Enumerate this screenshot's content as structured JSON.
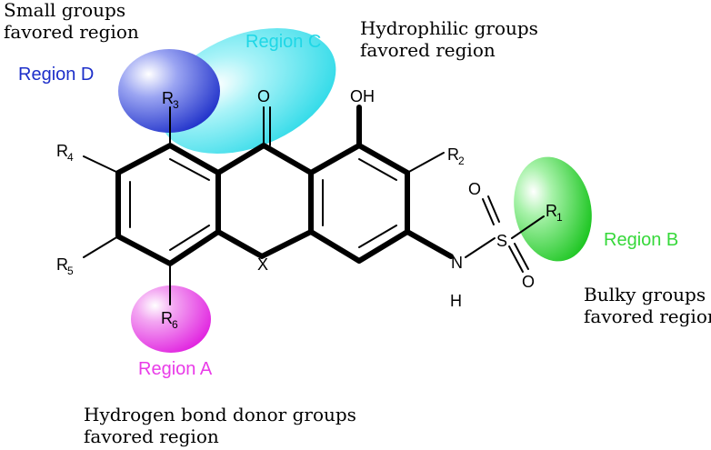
{
  "annotations": {
    "small_groups": [
      "Small groups",
      "favored region"
    ],
    "hydrophilic": [
      "Hydrophilic groups",
      "favored region"
    ],
    "bulky": [
      "Bulky groups",
      "favored region"
    ],
    "hbond_donor": [
      "Hydrogen bond donor groups",
      "favored region"
    ]
  },
  "regions": {
    "a": {
      "label": "Region A",
      "color": "#e93ce8"
    },
    "b": {
      "label": "Region B",
      "color": "#36d83a"
    },
    "c": {
      "label": "Region C",
      "color": "#1fd7e6"
    },
    "d": {
      "label": "Region D",
      "color": "#1d2fc9"
    }
  },
  "atoms": {
    "carbonyl_o": "O",
    "hydroxyl": "OH",
    "bridge": "X",
    "n": "N",
    "h": "H",
    "s": "S",
    "o1": "O",
    "o2": "O"
  },
  "substituents": {
    "r1": {
      "main": "R",
      "sub": "1"
    },
    "r2": {
      "main": "R",
      "sub": "2"
    },
    "r3": {
      "main": "R",
      "sub": "3"
    },
    "r4": {
      "main": "R",
      "sub": "4"
    },
    "r5": {
      "main": "R",
      "sub": "5"
    },
    "r6": {
      "main": "R",
      "sub": "6"
    }
  }
}
